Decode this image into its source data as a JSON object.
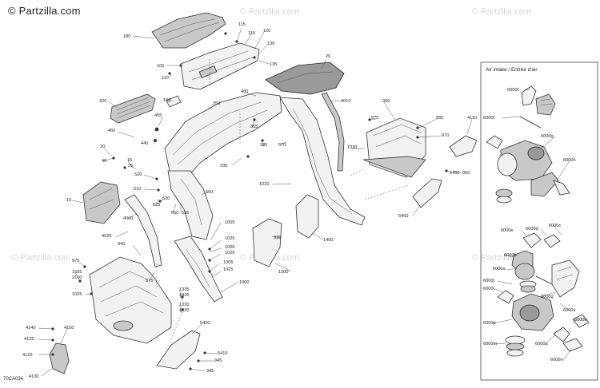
{
  "brand": {
    "name": "© Partzilla.com",
    "watermark": "© Partzilla.com"
  },
  "figure_code": "70CA034",
  "inset": {
    "title": "Air intake / Entrée d'air"
  },
  "labels": {
    "l180": "180",
    "l115": "115",
    "l116": "116",
    "l120": "120",
    "l130": "130",
    "l135": "135",
    "l105": "105",
    "l110": "110",
    "l20": "20",
    "l400": "400",
    "l320": "320",
    "l100": "100",
    "l350": "350",
    "l455": "455",
    "l460": "460",
    "l440": "440",
    "l355": "355",
    "l570": "570",
    "l4010": "4010",
    "l950": "950",
    "l975a": "975",
    "l960": "960",
    "l970": "970",
    "l4110": "4110",
    "l1030": "1030",
    "l385": "385",
    "l330": "330",
    "l30": "30",
    "l40": "40",
    "l15": "15",
    "l25": "25",
    "l520": "520",
    "l510": "510",
    "l530": "530",
    "l525": "525",
    "l550": "550",
    "l555": "555",
    "l560": "560",
    "l1020": "1020",
    "l5460": "5460",
    "l955": "955",
    "l10": "10",
    "l4000": "4000",
    "l5450": "5450",
    "l4020": "4020",
    "l940": "940",
    "l1005": "1005",
    "l1025a": "1025",
    "l1006": "1006",
    "l1026": "1026",
    "l935": "935",
    "l1400": "1400",
    "l975b": "975",
    "l1555": "1555",
    "l2100": "2100",
    "l1300": "1300",
    "l1305": "1305",
    "l1025b": "1025",
    "l1000": "1000",
    "l975c": "975",
    "l1335": "1335",
    "l1435": "1435",
    "l1025c": "1025",
    "l1330": "1330",
    "l1430": "1430",
    "l4140": "4140",
    "l4100": "4100",
    "l4125": "4125",
    "l4120": "4120",
    "l4130": "4130",
    "l5400": "5400",
    "l5410": "5410",
    "l945a": "945",
    "l945b": "945",
    "i6000f": "6000f",
    "i6000g": "6000g",
    "i6000h": "6000h",
    "i6000e": "6000e",
    "i6000d": "6000d",
    "i6000c": "6000c",
    "i6000b": "6000b",
    "i6000a": "6000a",
    "i6000j": "6000j",
    "i6000i": "6000i",
    "i6000g2": "6000g",
    "i6000s": "6000s",
    "i6000p": "6000p",
    "i6000k": "6000k",
    "i6000q": "6000q",
    "i6000m": "6000m",
    "i6000n": "6000n"
  }
}
